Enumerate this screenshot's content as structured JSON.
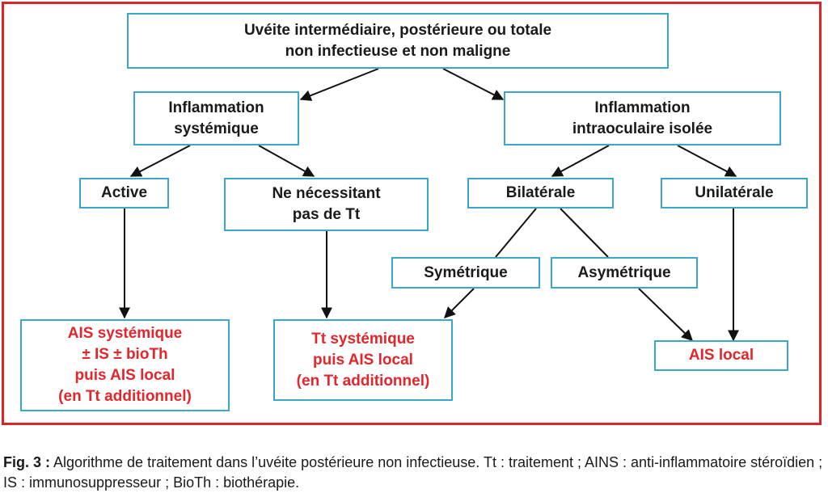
{
  "nodes": {
    "root": "Uvéite intermédiaire, postérieure ou totale\nnon infectieuse et non maligne",
    "systemic": "Inflammation\nsystémique",
    "intraocular": "Inflammation\nintraoculaire isolée",
    "active": "Active",
    "no_treatment": "Ne nécessitant\npas de Tt",
    "bilateral": "Bilatérale",
    "unilateral": "Unilatérale",
    "symmetric": "Symétrique",
    "asymmetric": "Asymétrique",
    "result_systemic_ais": "AIS systémique\n± IS ± bioTh\npuis AIS local\n(en Tt additionnel)",
    "result_systemic_tt": "Tt systémique\npuis AIS local\n(en Tt additionnel)",
    "result_local_ais": "AIS local"
  },
  "caption": {
    "label": "Fig. 3 :",
    "text": " Algorithme de traitement dans l’uvéite postérieure non infectieuse. Tt : traitement ; AINS : anti-inflammatoire stéroïdien ; IS : immunosuppresseur ; BioTh : biothérapie."
  },
  "colors": {
    "frame": "#d8262c",
    "box_border": "#3aa6c8",
    "result_text": "#e2262c"
  }
}
